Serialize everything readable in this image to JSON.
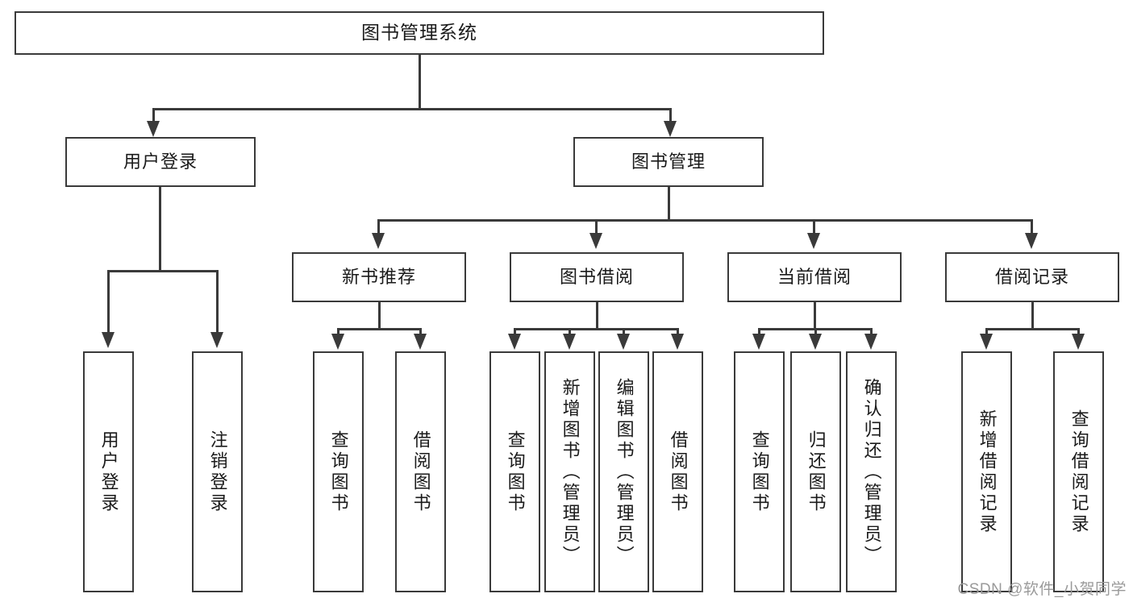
{
  "diagram": {
    "title": "图书管理系统",
    "type": "tree",
    "root": {
      "label": "图书管理系统"
    },
    "level2": [
      {
        "label": "用户登录"
      },
      {
        "label": "图书管理"
      }
    ],
    "level3": [
      {
        "label": "新书推荐"
      },
      {
        "label": "图书借阅"
      },
      {
        "label": "当前借阅"
      },
      {
        "label": "借阅记录"
      }
    ],
    "leaves": {
      "user_login": [
        {
          "label": "用户登录"
        },
        {
          "label": "注销登录"
        }
      ],
      "new_book_recommend": [
        {
          "label": "查询图书"
        },
        {
          "label": "借阅图书"
        }
      ],
      "book_borrow": [
        {
          "label": "查询图书"
        },
        {
          "label": "新增图书（管理员）"
        },
        {
          "label": "编辑图书（管理员）"
        },
        {
          "label": "借阅图书"
        }
      ],
      "current_borrow": [
        {
          "label": "查询图书"
        },
        {
          "label": "归还图书"
        },
        {
          "label": "确认归还（管理员）"
        }
      ],
      "borrow_record": [
        {
          "label": "新增借阅记录"
        },
        {
          "label": "查询借阅记录"
        }
      ]
    }
  },
  "watermark": {
    "text": "CSDN @软件_小贺同学"
  },
  "colors": {
    "stroke": "#3a3a3a",
    "fill": "#ffffff",
    "text": "#1a1a1a",
    "watermark": "#9a9a9a"
  }
}
